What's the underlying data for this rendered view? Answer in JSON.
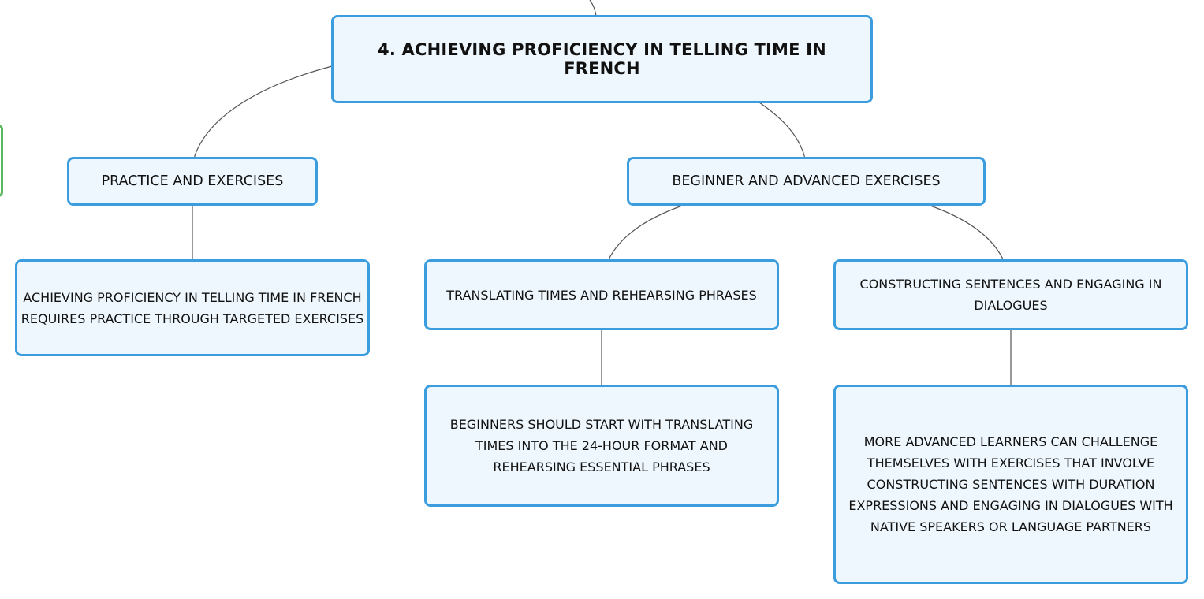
{
  "diagram": {
    "root": {
      "label": "4. ACHIEVING PROFICIENCY IN TELLING TIME IN FRENCH"
    },
    "branches": [
      {
        "label": "PRACTICE AND EXERCISES",
        "children": [
          {
            "label": "ACHIEVING PROFICIENCY IN TELLING TIME IN FRENCH REQUIRES PRACTICE THROUGH TARGETED EXERCISES"
          }
        ]
      },
      {
        "label": "BEGINNER AND ADVANCED EXERCISES",
        "children": [
          {
            "label": "TRANSLATING TIMES AND REHEARSING PHRASES",
            "children": [
              {
                "label": "BEGINNERS SHOULD START WITH TRANSLATING TIMES INTO THE 24-HOUR FORMAT AND REHEARSING ESSENTIAL PHRASES"
              }
            ]
          },
          {
            "label": "CONSTRUCTING SENTENCES AND ENGAGING IN DIALOGUES",
            "children": [
              {
                "label": "MORE ADVANCED LEARNERS CAN CHALLENGE THEMSELVES WITH EXERCISES THAT INVOLVE CONSTRUCTING SENTENCES WITH DURATION EXPRESSIONS AND ENGAGING IN DIALOGUES WITH NATIVE SPEAKERS OR LANGUAGE PARTNERS"
              }
            ]
          }
        ]
      }
    ]
  },
  "colors": {
    "node_fill": "#eef7fd",
    "node_border": "#3b9ddd",
    "connector": "#555555",
    "offscreen_node_border": "#5cb85c"
  }
}
